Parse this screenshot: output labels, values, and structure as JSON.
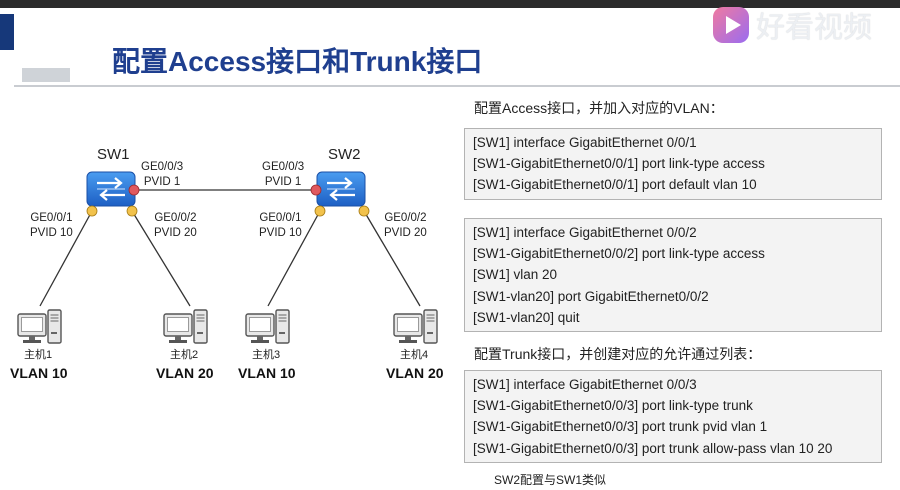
{
  "header": {
    "title": "配置Access接口和Trunk接口"
  },
  "watermark": {
    "text": "好看视频",
    "icon": "haokan-play-icon"
  },
  "topology": {
    "switches": [
      {
        "name": "SW1"
      },
      {
        "name": "SW2"
      }
    ],
    "ports": [
      {
        "port": "GE0/0/3",
        "pvid": "PVID 1"
      },
      {
        "port": "GE0/0/3",
        "pvid": "PVID 1"
      },
      {
        "port": "GE0/0/1",
        "pvid": "PVID 10"
      },
      {
        "port": "GE0/0/2",
        "pvid": "PVID 20"
      },
      {
        "port": "GE0/0/1",
        "pvid": "PVID 10"
      },
      {
        "port": "GE0/0/2",
        "pvid": "PVID 20"
      }
    ],
    "hosts": [
      {
        "name": "主机1",
        "vlan": "VLAN 10"
      },
      {
        "name": "主机2",
        "vlan": "VLAN 20"
      },
      {
        "name": "主机3",
        "vlan": "VLAN 10"
      },
      {
        "name": "主机4",
        "vlan": "VLAN 20"
      }
    ],
    "colors": {
      "switch_blue": "#2a6fd6",
      "port_trunk": "#e0595f",
      "port_access": "#f2c24c"
    }
  },
  "config": {
    "access_heading": "配置Access接口，并加入对应的VLAN：",
    "block1": [
      "[SW1] interface GigabitEthernet 0/0/1",
      "[SW1-GigabitEthernet0/0/1] port link-type access",
      "[SW1-GigabitEthernet0/0/1] port default vlan 10"
    ],
    "block2": [
      "[SW1] interface GigabitEthernet 0/0/2",
      "[SW1-GigabitEthernet0/0/2] port link-type access",
      "[SW1] vlan 20",
      "[SW1-vlan20] port GigabitEthernet0/0/2",
      "[SW1-vlan20] quit"
    ],
    "trunk_heading": "配置Trunk接口，并创建对应的允许通过列表：",
    "block3": [
      "[SW1] interface GigabitEthernet 0/0/3",
      "[SW1-GigabitEthernet0/0/3] port link-type trunk",
      "[SW1-GigabitEthernet0/0/3] port trunk pvid vlan 1",
      "[SW1-GigabitEthernet0/0/3] port trunk allow-pass vlan 10 20"
    ],
    "footer_note": "SW2配置与SW1类似"
  }
}
